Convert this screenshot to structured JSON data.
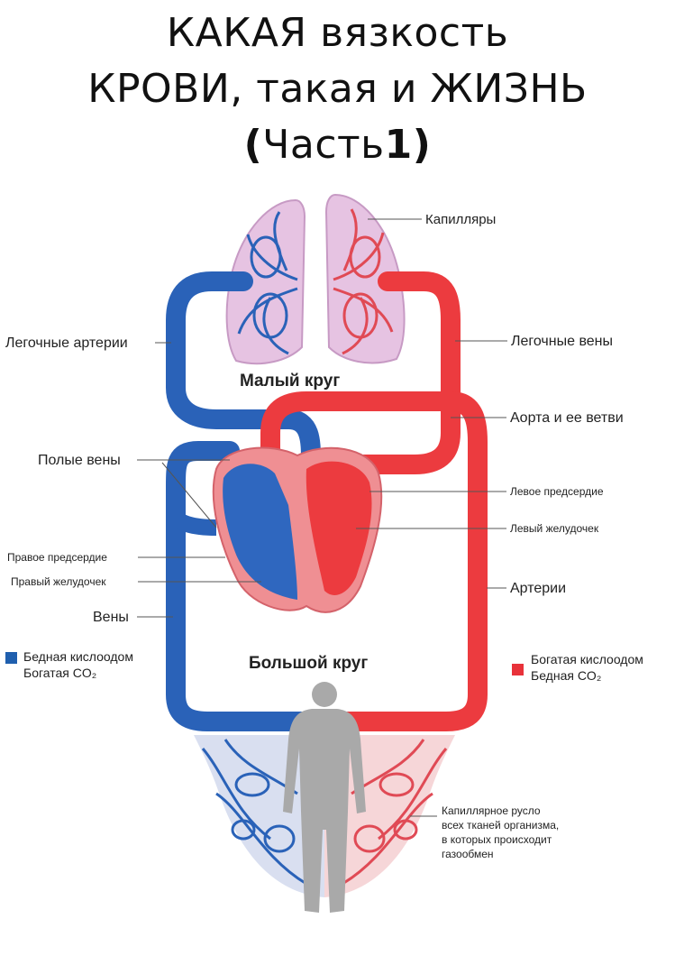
{
  "title": {
    "line1": "КАКАЯ вязкость",
    "line2": "КРОВИ, такая и ЖИЗНЬ",
    "line3_open": "(",
    "line3_word": "Часть",
    "line3_num": "1",
    "line3_close": ")"
  },
  "labels": {
    "capillaries": "Капилляры",
    "pulmonary_arteries": "Легочные артерии",
    "pulmonary_veins": "Легочные вены",
    "small_circle": "Малый круг",
    "aorta": "Аорта и ее ветви",
    "vena_cava": "Полые вены",
    "left_atrium": "Левое предсердие",
    "left_ventricle": "Левый желудочек",
    "right_atrium": "Правое предсердие",
    "right_ventricle": "Правый желудочек",
    "arteries": "Артерии",
    "veins": "Вены",
    "large_circle": "Большой круг",
    "capillary_bed_1": "Капиллярное русло",
    "capillary_bed_2": "всех тканей организма,",
    "capillary_bed_3": "в которых происходит",
    "capillary_bed_4": "газообмен"
  },
  "legend": {
    "blue": {
      "line1": "Бедная кислоодом",
      "line2": "Богатая CO₂",
      "color": "#1f5fae"
    },
    "red": {
      "line1": "Богатая кислоодом",
      "line2": "Бедная CO₂",
      "color": "#e8323a"
    }
  },
  "colors": {
    "venous": "#2a62b8",
    "arterial": "#ec3b3f",
    "lung_fill": "#e6c3e2",
    "heart_fill": "#ef8f93",
    "body": "#a9a9a9"
  }
}
